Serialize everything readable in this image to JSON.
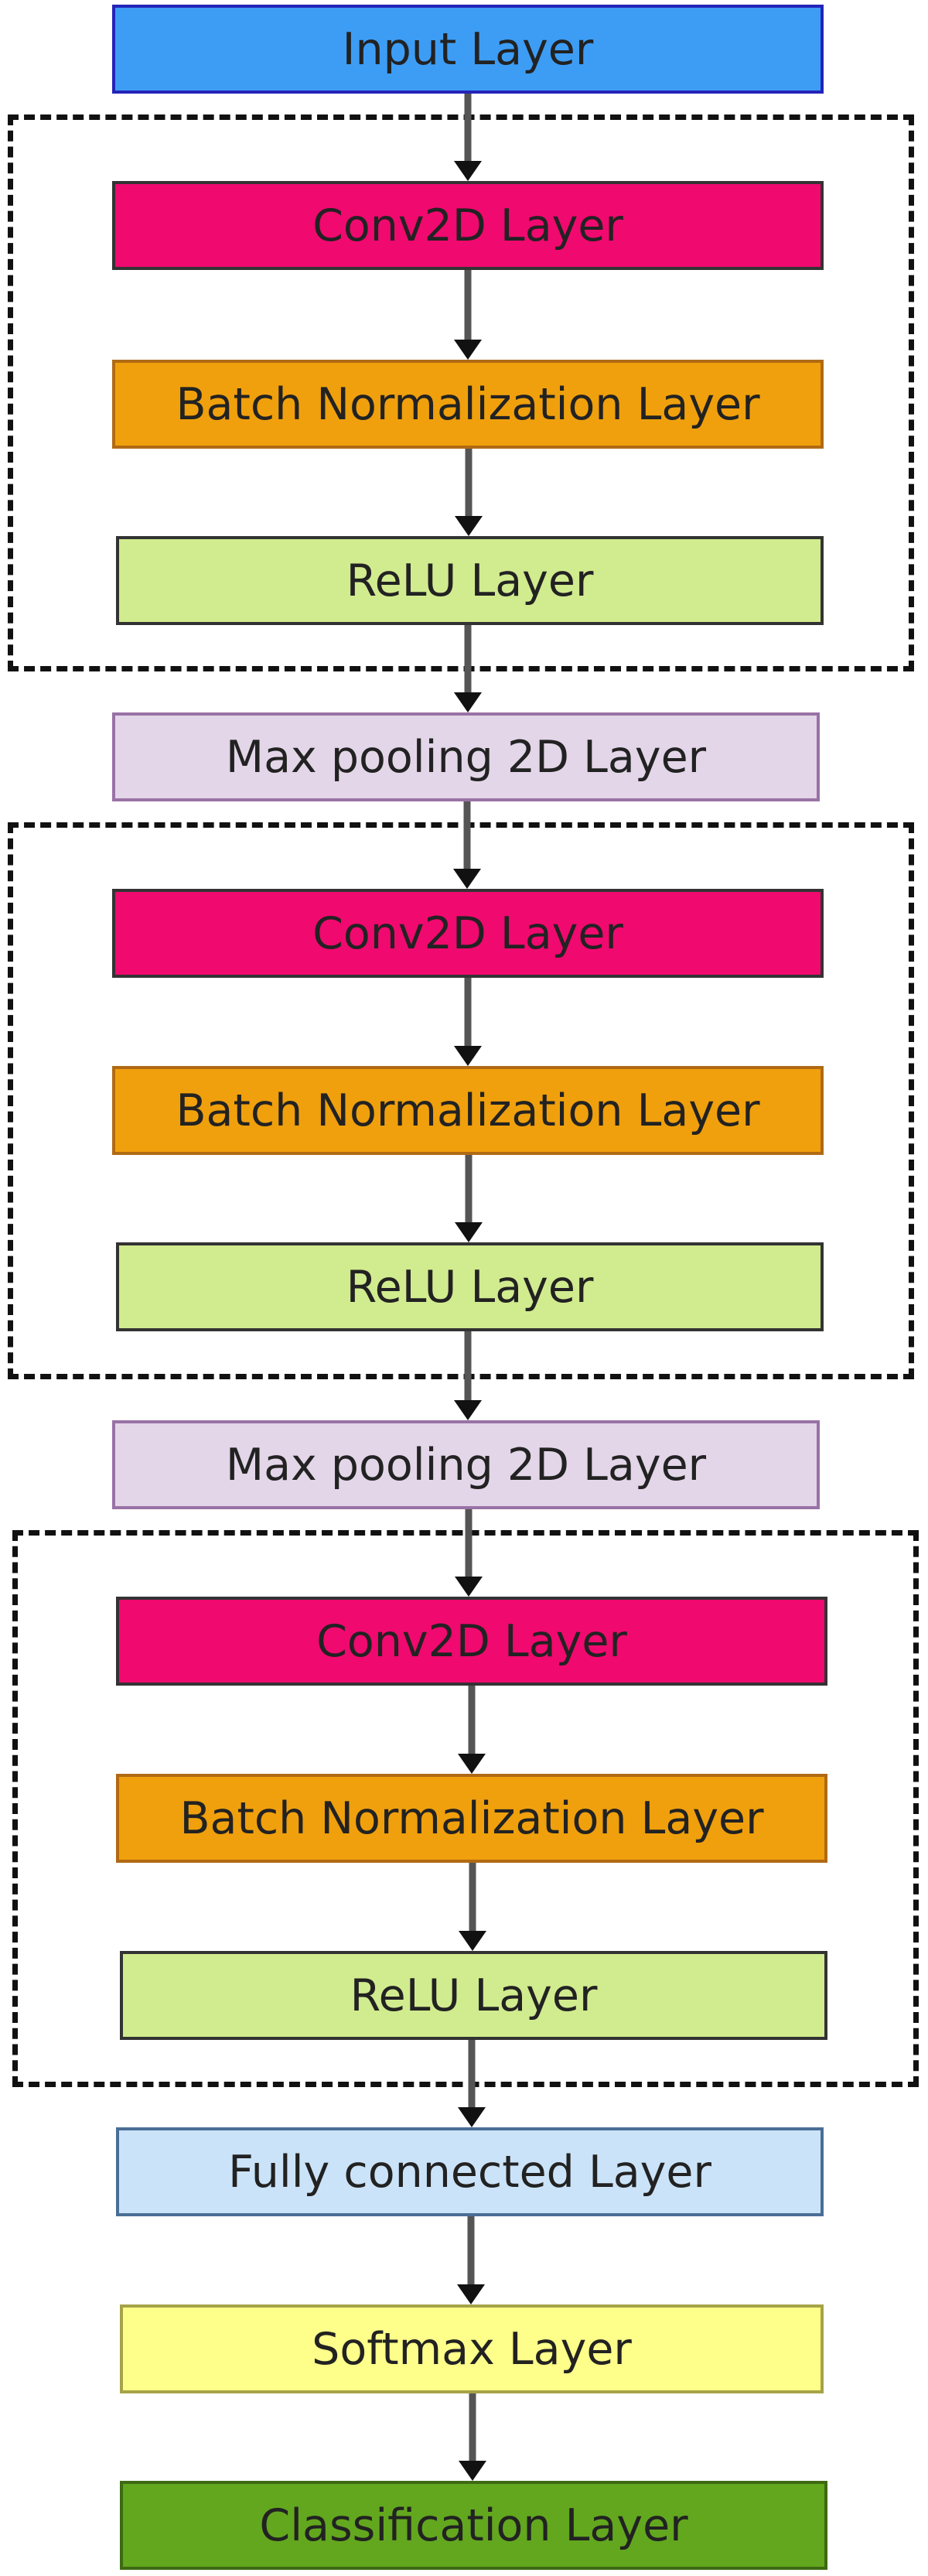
{
  "diagram": {
    "nodes": [
      {
        "id": "input",
        "label": "Input Layer",
        "kind": "input"
      },
      {
        "id": "conv1",
        "label": "Conv2D Layer",
        "kind": "conv"
      },
      {
        "id": "bn1",
        "label": "Batch Normalization Layer",
        "kind": "bn"
      },
      {
        "id": "relu1",
        "label": "ReLU Layer",
        "kind": "relu"
      },
      {
        "id": "pool1",
        "label": "Max pooling 2D Layer",
        "kind": "pool"
      },
      {
        "id": "conv2",
        "label": "Conv2D Layer",
        "kind": "conv"
      },
      {
        "id": "bn2",
        "label": "Batch Normalization Layer",
        "kind": "bn"
      },
      {
        "id": "relu2",
        "label": "ReLU Layer",
        "kind": "relu"
      },
      {
        "id": "pool2",
        "label": "Max pooling 2D Layer",
        "kind": "pool"
      },
      {
        "id": "conv3",
        "label": "Conv2D Layer",
        "kind": "conv"
      },
      {
        "id": "bn3",
        "label": "Batch Normalization Layer",
        "kind": "bn"
      },
      {
        "id": "relu3",
        "label": "ReLU Layer",
        "kind": "relu"
      },
      {
        "id": "fc",
        "label": "Fully connected Layer",
        "kind": "fc"
      },
      {
        "id": "softmax",
        "label": "Softmax Layer",
        "kind": "softmax"
      },
      {
        "id": "classify",
        "label": "Classification Layer",
        "kind": "class"
      }
    ],
    "groups": [
      {
        "id": "block-1",
        "members": [
          "conv1",
          "bn1",
          "relu1"
        ]
      },
      {
        "id": "block-2",
        "members": [
          "conv2",
          "bn2",
          "relu2"
        ]
      },
      {
        "id": "block-3",
        "members": [
          "conv3",
          "bn3",
          "relu3"
        ]
      }
    ],
    "edges": [
      [
        "input",
        "conv1"
      ],
      [
        "conv1",
        "bn1"
      ],
      [
        "bn1",
        "relu1"
      ],
      [
        "relu1",
        "pool1"
      ],
      [
        "pool1",
        "conv2"
      ],
      [
        "conv2",
        "bn2"
      ],
      [
        "bn2",
        "relu2"
      ],
      [
        "relu2",
        "pool2"
      ],
      [
        "pool2",
        "conv3"
      ],
      [
        "conv3",
        "bn3"
      ],
      [
        "bn3",
        "relu3"
      ],
      [
        "relu3",
        "fc"
      ],
      [
        "fc",
        "softmax"
      ],
      [
        "softmax",
        "classify"
      ]
    ],
    "colors": {
      "input": "#3d9df5",
      "conv": "#f0096f",
      "bn": "#f0a00c",
      "relu": "#d1eb8f",
      "pool": "#e3d6e8",
      "fc": "#cbe3f8",
      "softmax": "#fefe8a",
      "class": "#62a71e",
      "arrow": "#555555",
      "group_border": "#111111"
    }
  }
}
